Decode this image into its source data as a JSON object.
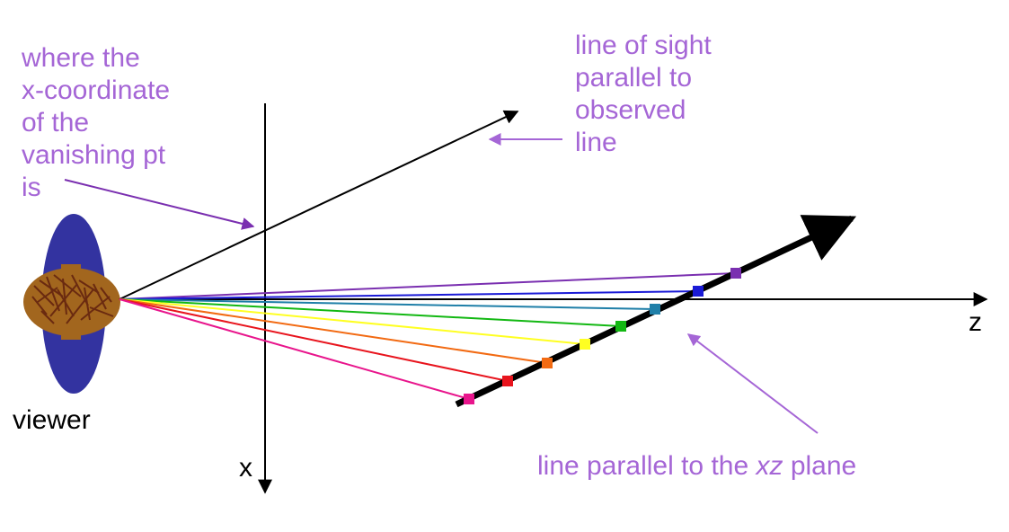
{
  "labels": {
    "vanishing_x_note": [
      "where the",
      "x-coordinate",
      "of the",
      "vanishing pt",
      "is"
    ],
    "line_of_sight_note": [
      "line of sight",
      "parallel to",
      "observed",
      "line"
    ],
    "viewer": "viewer",
    "axis_x": "x",
    "axis_z": "z",
    "parallel_line_note_prefix": "line parallel to the ",
    "parallel_line_note_em": "xz",
    "parallel_line_note_suffix": " plane"
  },
  "sight_rays": [
    {
      "color": "#7a2fb0"
    },
    {
      "color": "#1a1ad6"
    },
    {
      "color": "#1f7fa8"
    },
    {
      "color": "#13b813"
    },
    {
      "color": "#ffff22"
    },
    {
      "color": "#f26a12"
    },
    {
      "color": "#e8141d"
    },
    {
      "color": "#e8158c"
    }
  ],
  "colors": {
    "annotation": "#a566d6",
    "viewer_body": "#3333a0",
    "viewer_head": "#a2661e",
    "viewer_hair": "#6a2a10",
    "axes": "#000000"
  }
}
